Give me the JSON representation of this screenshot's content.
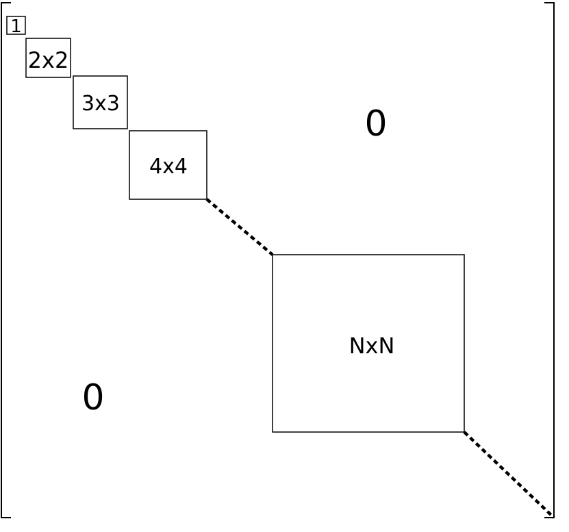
{
  "diagram": {
    "blocks": [
      {
        "label": "1"
      },
      {
        "label": "2x2"
      },
      {
        "label": "3x3"
      },
      {
        "label": "4x4"
      },
      {
        "label": "NxN"
      }
    ],
    "zeros": {
      "upper": "0",
      "lower": "0"
    },
    "line_color": "#000000",
    "background": "#ffffff"
  }
}
